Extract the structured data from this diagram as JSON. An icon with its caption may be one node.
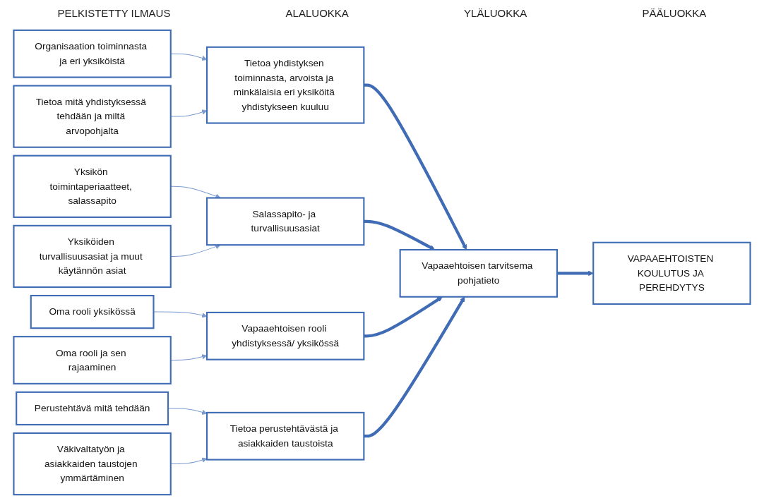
{
  "diagram": {
    "nodes": [
      {
        "text": [
          "Organisaation toiminnasta ja eri yksiköistä"
        ]
      },
      {
        "text": [
          "Tietoa mitä yhdistyksessä tehdään ja miltä arvopohjalta"
        ]
      },
      {
        "text": [
          "Yksikön toimintaperiaatteet, salassapito"
        ]
      },
      {
        "text": [
          "Yksiköiden turvallisuusasiat ja muut käytännön asiat"
        ]
      },
      {
        "text": [
          "Oma rooli yksikössä"
        ]
      },
      {
        "text": [
          "Oma rooli ja sen rajaaminen"
        ]
      },
      {
        "text": [
          "Perustehtävä mitä tehdään"
        ]
      },
      {
        "text": [
          "Väkivaltatyön ja asiakkaiden taustojen ymmärtäminen"
        ]
      },
      {
        "text": [
          "Tietoa yhdistyksen toiminnasta, arvoista ja minkälaisia eri yksiköitä yhdistykseen kuuluu"
        ]
      },
      {
        "text": [
          "Salassapito- ja turvallisuusasiat"
        ]
      },
      {
        "text": [
          "Vapaaehtoisen rooli yhdistyksessä/ yksikössä"
        ]
      },
      {
        "text": [
          "Tietoa perustehtävästä ja asiakkaiden taustoista"
        ]
      },
      {
        "text": [
          "Vapaaehtoisen tarvitsema pohjatieto"
        ]
      },
      {
        "text": [
          "VAPAAEHTOISTEN KOULUTUS JA PEREHDYTYS"
        ]
      }
    ],
    "edges": [
      {
        "from": 0,
        "to": 8,
        "arrow": "to"
      },
      {
        "from": 1,
        "to": 8,
        "arrow": "to"
      },
      {
        "from": 2,
        "to": 9,
        "arrow": "to"
      },
      {
        "from": 3,
        "to": 9,
        "arrow": "to"
      },
      {
        "from": 4,
        "to": 10,
        "arrow": "to"
      },
      {
        "from": 5,
        "to": 10,
        "arrow": "to"
      },
      {
        "from": 6,
        "to": 11,
        "arrow": "to"
      },
      {
        "from": 7,
        "to": 11,
        "arrow": "to"
      },
      {
        "from": 8,
        "to": 12,
        "arrow": "to",
        "style": "thick"
      },
      {
        "from": 9,
        "to": 12,
        "arrow": "to",
        "style": "thick"
      },
      {
        "from": 10,
        "to": 12,
        "arrow": "to",
        "style": "thick"
      },
      {
        "from": 11,
        "to": 12,
        "arrow": "to",
        "style": "thick"
      },
      {
        "from": 12,
        "to": 13,
        "arrow": "to",
        "style": "thick"
      }
    ],
    "labels": [
      "PELKISTETTY ILMAUS",
      "ALALUOKKA",
      "YLÄLUOKKA",
      "PÄÄLUOKKA"
    ]
  }
}
